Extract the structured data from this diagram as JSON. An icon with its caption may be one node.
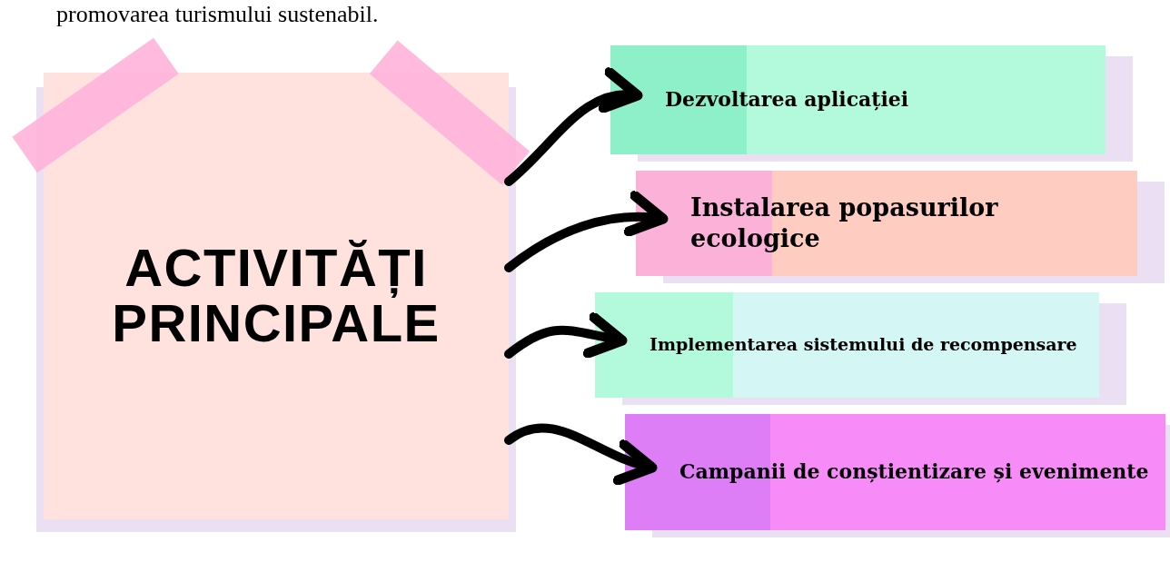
{
  "diagram": {
    "nodes": [
      {
        "text": [
          "ACTIVITĂȚI PRINCIPALE"
        ]
      },
      {
        "text": [
          "Dezvoltarea aplicației"
        ]
      },
      {
        "text": [
          "Instalarea popasurilor ecologice"
        ]
      },
      {
        "text": [
          "Implementarea sistemului de recompensare"
        ]
      },
      {
        "text": [
          "Campanii de conștientizare și evenimente"
        ]
      }
    ],
    "edges": [
      {
        "from": 0,
        "to": 1,
        "arrow": "to"
      },
      {
        "from": 0,
        "to": 2,
        "arrow": "to"
      },
      {
        "from": 0,
        "to": 3,
        "arrow": "to"
      },
      {
        "from": 0,
        "to": 4,
        "arrow": "to"
      }
    ],
    "labels": [
      "promovarea turismului sustenabil."
    ]
  }
}
